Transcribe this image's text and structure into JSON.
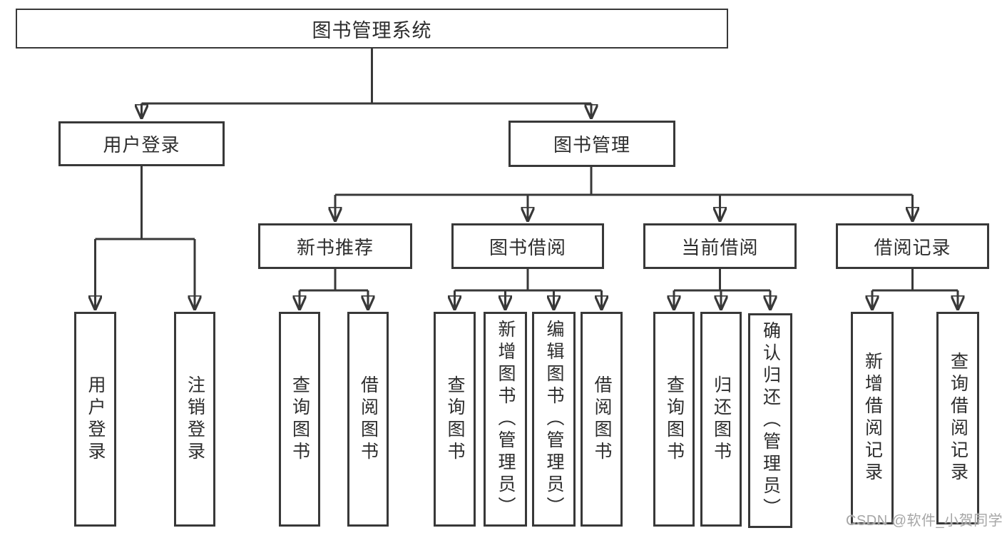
{
  "colors": {
    "line": "#383838",
    "text": "#2d2d2d",
    "box_background": "#ffffff",
    "watermark": "#a6a6a6"
  },
  "watermark": "CSDN @软件_小贺同学",
  "diagram": {
    "root": {
      "label": "图书管理系统"
    },
    "user_branch": {
      "label": "用户登录",
      "children": [
        {
          "label": "用户登录"
        },
        {
          "label": "注销登录"
        }
      ]
    },
    "book_branch": {
      "label": "图书管理",
      "groups": [
        {
          "label": "新书推荐",
          "children": [
            {
              "label": "查询图书"
            },
            {
              "label": "借阅图书"
            }
          ]
        },
        {
          "label": "图书借阅",
          "children": [
            {
              "label": "查询图书"
            },
            {
              "label": "新增图书（管理员）"
            },
            {
              "label": "编辑图书（管理员）"
            },
            {
              "label": "借阅图书"
            }
          ]
        },
        {
          "label": "当前借阅",
          "children": [
            {
              "label": "查询图书"
            },
            {
              "label": "归还图书"
            },
            {
              "label": "确认归还（管理员）"
            }
          ]
        },
        {
          "label": "借阅记录",
          "children": [
            {
              "label": "新增借阅记录"
            },
            {
              "label": "查询借阅记录"
            }
          ]
        }
      ]
    }
  }
}
